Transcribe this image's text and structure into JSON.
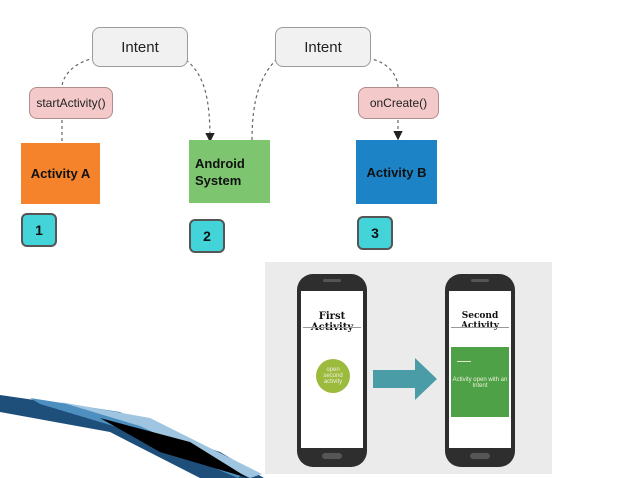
{
  "flow": {
    "intent_left": "Intent",
    "intent_right": "Intent",
    "start_method": "startActivity()",
    "create_method": "onCreate()",
    "activity_a": "Activity A",
    "android_system": "Android\nSystem",
    "activity_b": "Activity B",
    "step1": "1",
    "step2": "2",
    "step3": "3"
  },
  "phones": {
    "first_title": "First Activity",
    "first_button": "open second activity",
    "second_title": "Second Activity",
    "second_content": "Activity open with an Intent"
  },
  "colors": {
    "activity_a": "#f5832b",
    "android_system": "#7dc56f",
    "activity_b": "#1c84c6",
    "step_badge": "#42d4d8",
    "arrow": "#4a9da6",
    "first_button": "#9cba3c",
    "second_content": "#4ea146"
  }
}
